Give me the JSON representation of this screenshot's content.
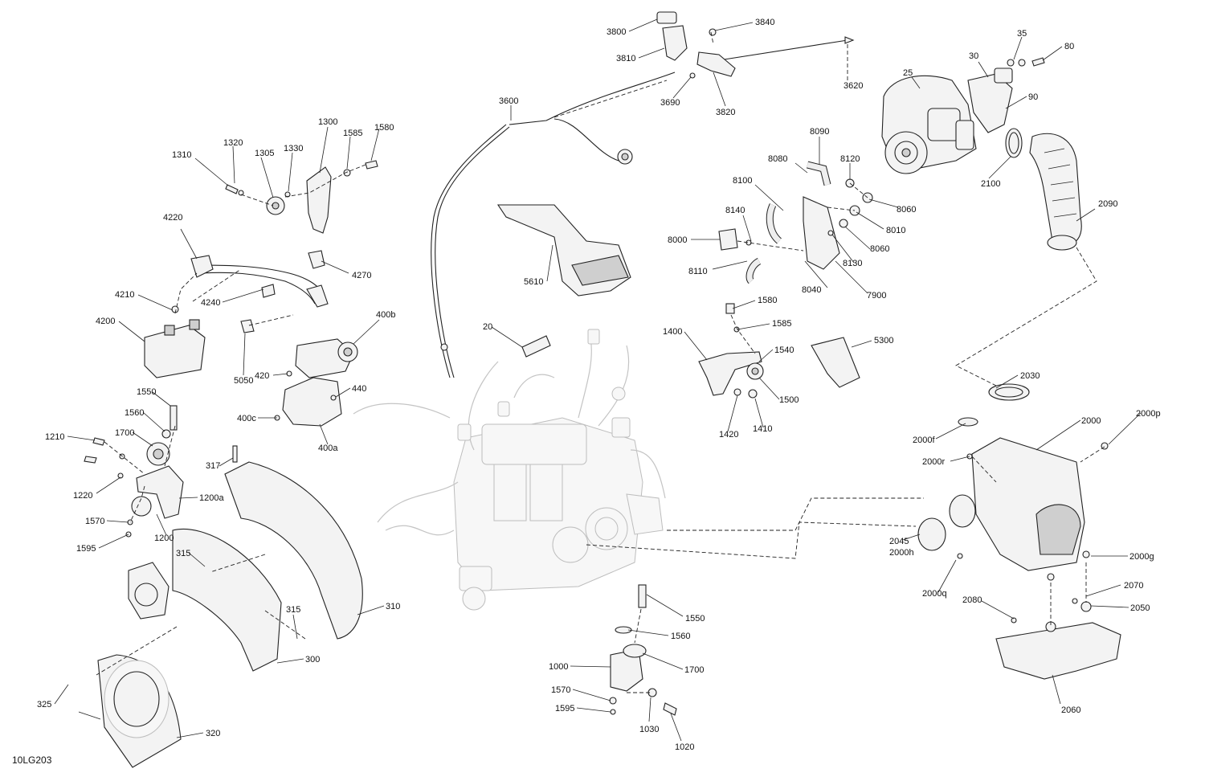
{
  "diagram_code": "10LG203",
  "labels": [
    {
      "id": "l3800",
      "text": "3800"
    },
    {
      "id": "l3840",
      "text": "3840"
    },
    {
      "id": "l3810",
      "text": "3810"
    },
    {
      "id": "l3620",
      "text": "3620"
    },
    {
      "id": "l3690",
      "text": "3690"
    },
    {
      "id": "l3820",
      "text": "3820"
    },
    {
      "id": "l3600",
      "text": "3600"
    },
    {
      "id": "l35",
      "text": "35"
    },
    {
      "id": "l30",
      "text": "30"
    },
    {
      "id": "l80",
      "text": "80"
    },
    {
      "id": "l25",
      "text": "25"
    },
    {
      "id": "l90",
      "text": "90"
    },
    {
      "id": "l1300",
      "text": "1300"
    },
    {
      "id": "l1580a",
      "text": "1580"
    },
    {
      "id": "l1320",
      "text": "1320"
    },
    {
      "id": "l1585a",
      "text": "1585"
    },
    {
      "id": "l1305",
      "text": "1305"
    },
    {
      "id": "l1330",
      "text": "1330"
    },
    {
      "id": "l1310",
      "text": "1310"
    },
    {
      "id": "l8090",
      "text": "8090"
    },
    {
      "id": "l8080",
      "text": "8080"
    },
    {
      "id": "l8120",
      "text": "8120"
    },
    {
      "id": "l2100",
      "text": "2100"
    },
    {
      "id": "l8100",
      "text": "8100"
    },
    {
      "id": "l8060a",
      "text": "8060"
    },
    {
      "id": "l2090",
      "text": "2090"
    },
    {
      "id": "l8140",
      "text": "8140"
    },
    {
      "id": "l8010",
      "text": "8010"
    },
    {
      "id": "l4220",
      "text": "4220"
    },
    {
      "id": "l8000",
      "text": "8000"
    },
    {
      "id": "l8060b",
      "text": "8060"
    },
    {
      "id": "l8130",
      "text": "8130"
    },
    {
      "id": "l4270",
      "text": "4270"
    },
    {
      "id": "l8110",
      "text": "8110"
    },
    {
      "id": "l5610",
      "text": "5610"
    },
    {
      "id": "l8040",
      "text": "8040"
    },
    {
      "id": "l7900",
      "text": "7900"
    },
    {
      "id": "l4210",
      "text": "4210"
    },
    {
      "id": "l4240",
      "text": "4240"
    },
    {
      "id": "l1580b",
      "text": "1580"
    },
    {
      "id": "l400b",
      "text": "400b"
    },
    {
      "id": "l4200",
      "text": "4200"
    },
    {
      "id": "l1585b",
      "text": "1585"
    },
    {
      "id": "l20",
      "text": "20"
    },
    {
      "id": "l1400",
      "text": "1400"
    },
    {
      "id": "l5300",
      "text": "5300"
    },
    {
      "id": "l1540",
      "text": "1540"
    },
    {
      "id": "l5050",
      "text": "5050"
    },
    {
      "id": "l420",
      "text": "420"
    },
    {
      "id": "l2030",
      "text": "2030"
    },
    {
      "id": "l440",
      "text": "440"
    },
    {
      "id": "l1500",
      "text": "1500"
    },
    {
      "id": "l1550a",
      "text": "1550"
    },
    {
      "id": "l400c",
      "text": "400c"
    },
    {
      "id": "l1420",
      "text": "1420"
    },
    {
      "id": "l1410",
      "text": "1410"
    },
    {
      "id": "l1560a",
      "text": "1560"
    },
    {
      "id": "l2000",
      "text": "2000"
    },
    {
      "id": "l2000p",
      "text": "2000p"
    },
    {
      "id": "l400a",
      "text": "400a"
    },
    {
      "id": "l1210",
      "text": "1210"
    },
    {
      "id": "l1700a",
      "text": "1700"
    },
    {
      "id": "l2000f",
      "text": "2000f"
    },
    {
      "id": "l317",
      "text": "317"
    },
    {
      "id": "l2000r",
      "text": "2000r"
    },
    {
      "id": "l1220",
      "text": "1220"
    },
    {
      "id": "l1200a",
      "text": "1200a"
    },
    {
      "id": "l1570a",
      "text": "1570"
    },
    {
      "id": "l1200",
      "text": "1200"
    },
    {
      "id": "l1595a",
      "text": "1595"
    },
    {
      "id": "l2045",
      "text": "2045"
    },
    {
      "id": "l2000g",
      "text": "2000g"
    },
    {
      "id": "l2000h",
      "text": "2000h"
    },
    {
      "id": "l315a",
      "text": "315"
    },
    {
      "id": "l2070",
      "text": "2070"
    },
    {
      "id": "l2000q",
      "text": "2000q"
    },
    {
      "id": "l2080",
      "text": "2080"
    },
    {
      "id": "l2050",
      "text": "2050"
    },
    {
      "id": "l310",
      "text": "310"
    },
    {
      "id": "l315b",
      "text": "315"
    },
    {
      "id": "l1550b",
      "text": "1550"
    },
    {
      "id": "l1560b",
      "text": "1560"
    },
    {
      "id": "l300",
      "text": "300"
    },
    {
      "id": "l1000",
      "text": "1000"
    },
    {
      "id": "l1700b",
      "text": "1700"
    },
    {
      "id": "l325",
      "text": "325"
    },
    {
      "id": "l1570b",
      "text": "1570"
    },
    {
      "id": "l2060",
      "text": "2060"
    },
    {
      "id": "l1595b",
      "text": "1595"
    },
    {
      "id": "l1030",
      "text": "1030"
    },
    {
      "id": "l320",
      "text": "320"
    },
    {
      "id": "l1020",
      "text": "1020"
    }
  ]
}
